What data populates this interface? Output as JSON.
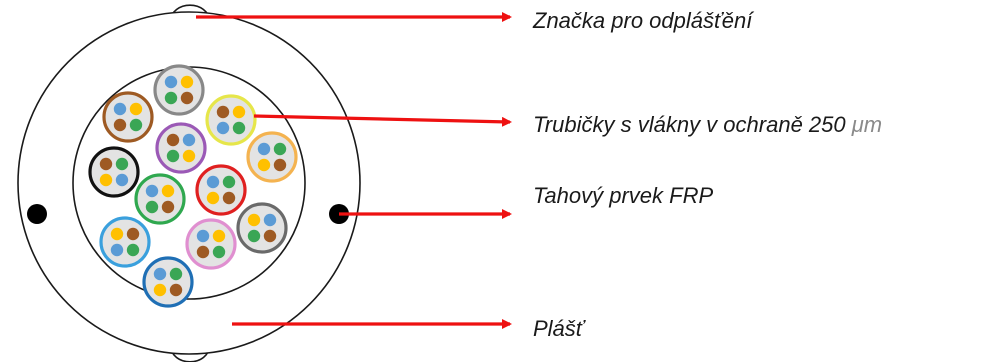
{
  "labels": {
    "ripcord": "Značka pro odplášťění",
    "tubes_text": "Trubičky s vlákny v ochraně 250",
    "tubes_unit": "μm",
    "strength_member": "Tahový prvek FRP",
    "jacket": "Plášť"
  },
  "colors": {
    "arrow": "#ee1111",
    "outline": "#1a1a1a",
    "fiber_blue": "#5b9bd5",
    "fiber_orange": "#ffc000",
    "fiber_brown": "#9e5a23",
    "fiber_green": "#3aa655",
    "tube_fill": "#e3e3e3",
    "tube_rings": [
      "#888888",
      "#9e5a23",
      "#e6e64a",
      "#9b59b6",
      "#f4b350",
      "#111111",
      "#2fa84f",
      "#e02020",
      "#6a6a6a",
      "#3aa0dd",
      "#e08fd0",
      "#1f6fb5"
    ]
  }
}
